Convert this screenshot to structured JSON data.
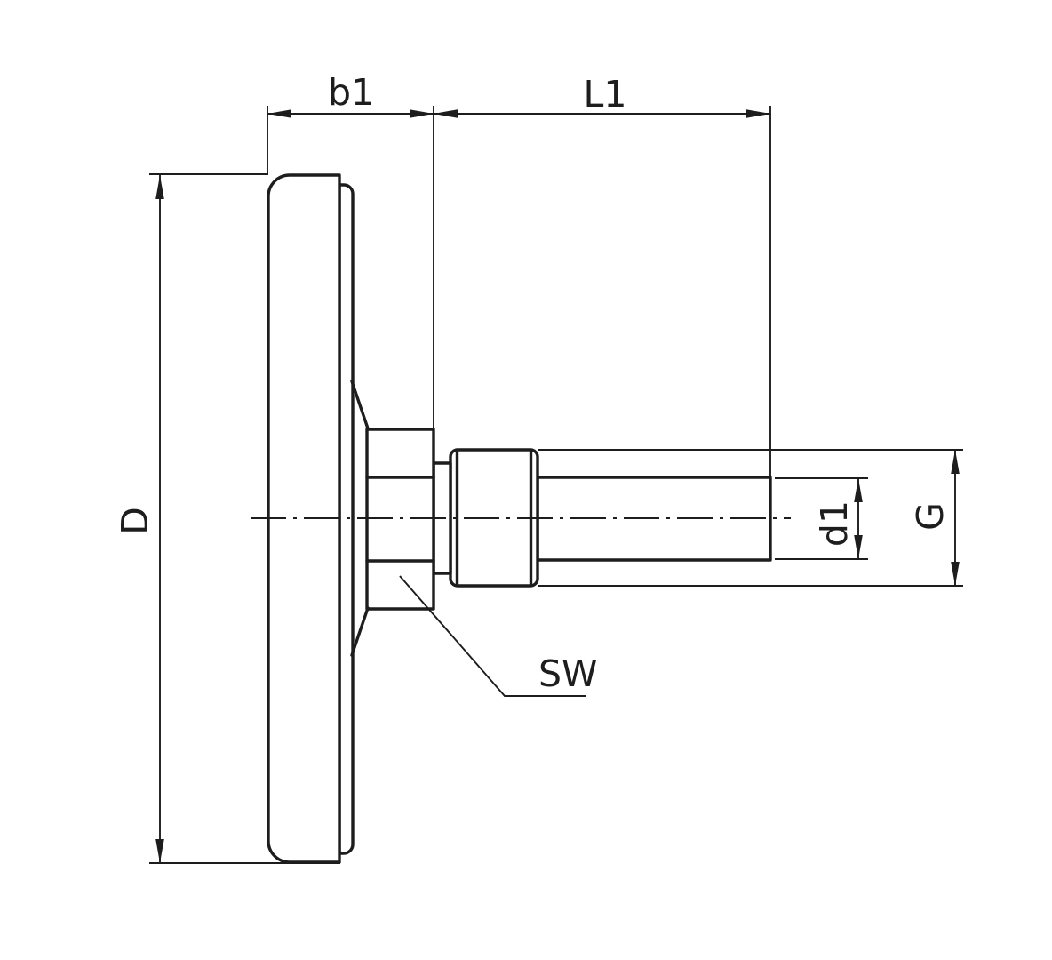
{
  "colors": {
    "ink": "#1d1d1d",
    "paper": "#ffffff"
  },
  "dimensions": {
    "case_depth": {
      "label": "b1"
    },
    "stem_length": {
      "label": "L1"
    },
    "dial_diameter": {
      "label": "D"
    },
    "stem_diameter": {
      "label": "d1"
    },
    "thread_size": {
      "label": "G"
    },
    "wrench_flat": {
      "label": "SW"
    }
  }
}
